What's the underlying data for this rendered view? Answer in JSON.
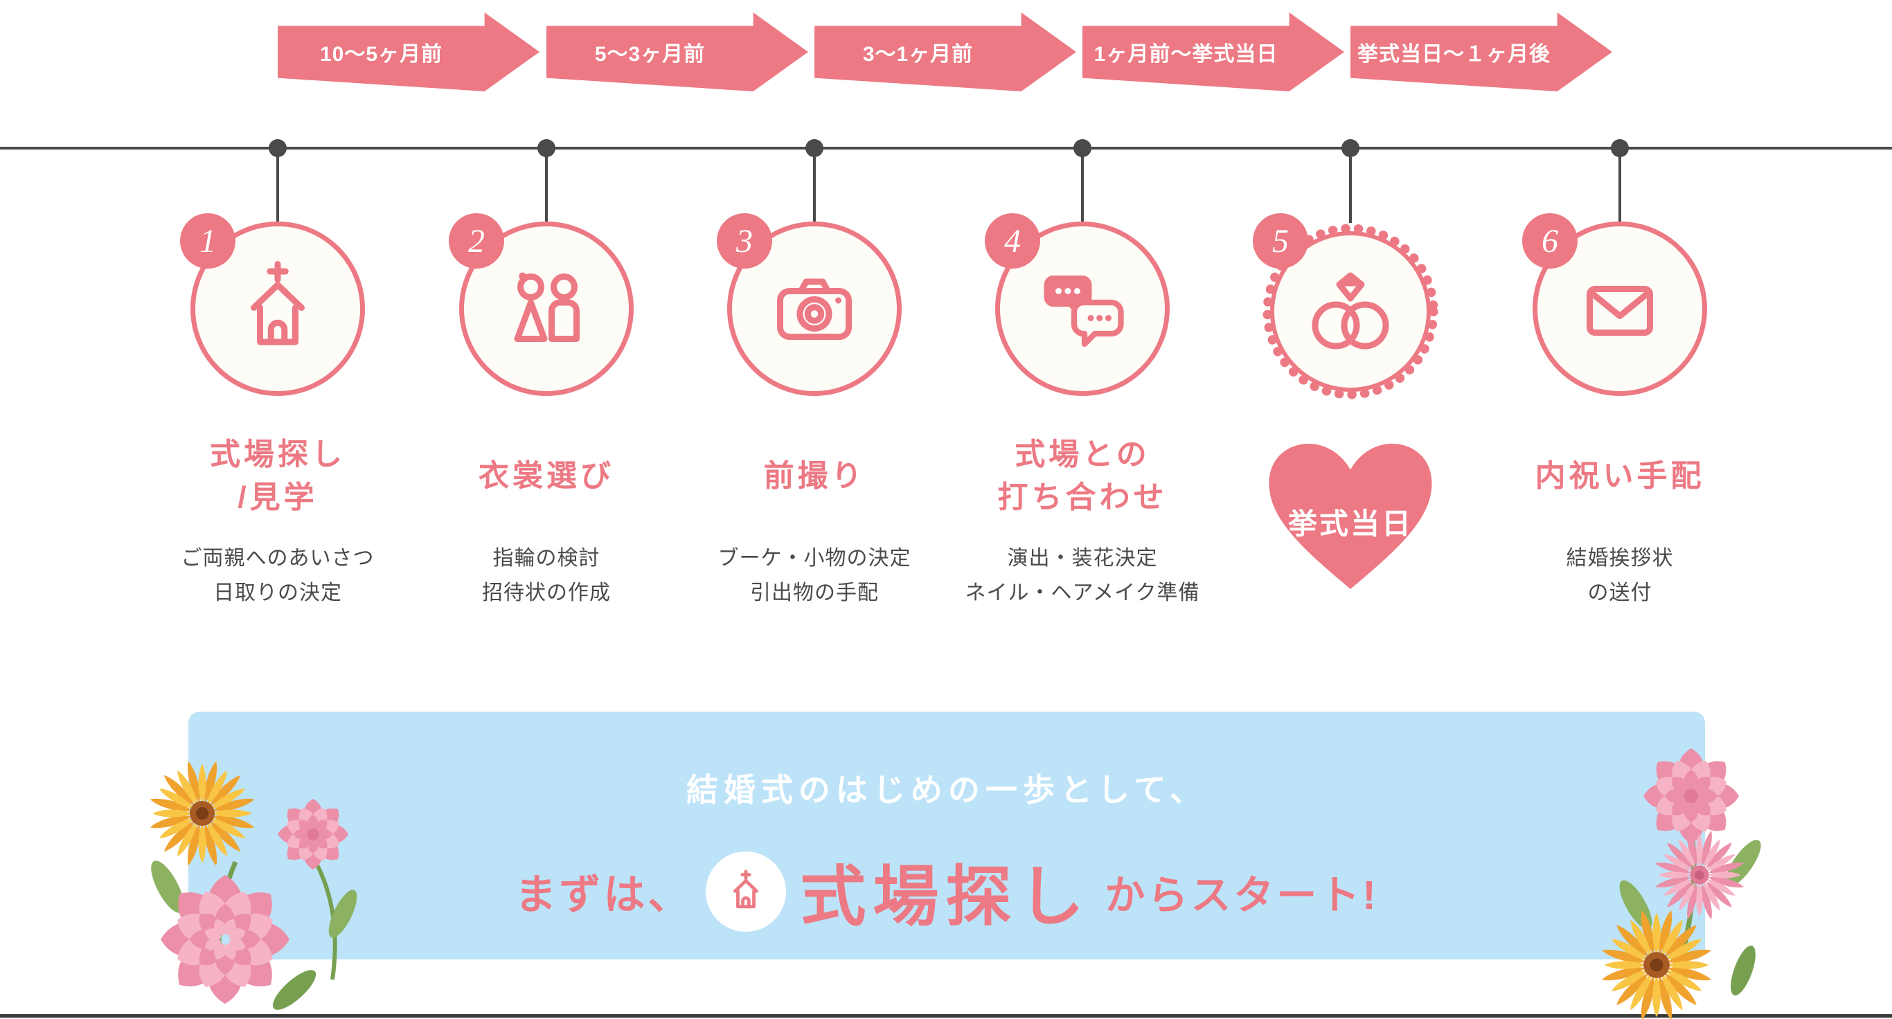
{
  "palette": {
    "pink": "#EC7983",
    "light_blue": "#BDE3F8",
    "text": "#4B4B4B",
    "track": "#4A4A4A"
  },
  "timeline": {
    "arrows": [
      {
        "label": "10〜5ヶ月前"
      },
      {
        "label": "5〜3ヶ月前"
      },
      {
        "label": "3〜1ヶ月前"
      },
      {
        "label": "1ヶ月前〜挙式当日"
      },
      {
        "label": "挙式当日〜１ヶ月後"
      }
    ],
    "steps": [
      {
        "number": "1",
        "icon": "church-icon",
        "title_lines": [
          "式場探し",
          "/見学"
        ],
        "desc_lines": [
          "ご両親へのあいさつ",
          "日取りの決定"
        ]
      },
      {
        "number": "2",
        "icon": "bride-groom-icon",
        "title_lines": [
          "衣裳選び"
        ],
        "desc_lines": [
          "指輪の検討",
          "招待状の作成"
        ]
      },
      {
        "number": "3",
        "icon": "camera-icon",
        "title_lines": [
          "前撮り"
        ],
        "desc_lines": [
          "ブーケ・小物の決定",
          "引出物の手配"
        ]
      },
      {
        "number": "4",
        "icon": "chat-bubbles-icon",
        "title_lines": [
          "式場との",
          "打ち合わせ"
        ],
        "desc_lines": [
          "演出・装花決定",
          "ネイル・ヘアメイク準備"
        ]
      },
      {
        "number": "5",
        "icon": "wedding-rings-icon",
        "heart_label": "挙式当日"
      },
      {
        "number": "6",
        "icon": "envelope-icon",
        "title_lines": [
          "内祝い手配"
        ],
        "desc_lines": [
          "結婚挨拶状",
          "の送付"
        ]
      }
    ]
  },
  "banner": {
    "line1": "結婚式のはじめの一歩として、",
    "lead": "まずは、",
    "icon": "church-icon",
    "highlight": "式場探し",
    "tail": "からスタート!"
  }
}
